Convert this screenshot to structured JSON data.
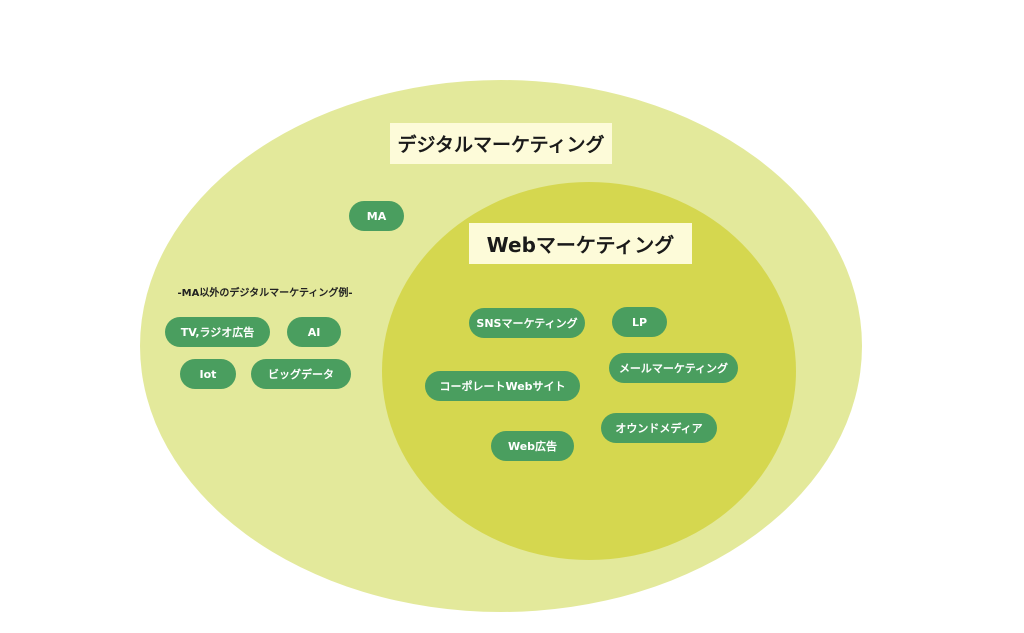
{
  "outer_title": "デジタルマーケティング",
  "inner_title": "Webマーケティング",
  "outer_items": {
    "ma": "MA",
    "note": "-MA以外のデジタルマーケティング例-",
    "examples": [
      "TV,ラジオ広告",
      "AI",
      "Iot",
      "ビッグデータ"
    ]
  },
  "inner_items": [
    "SNSマーケティング",
    "LP",
    "メールマーケティング",
    "コーポレートWebサイト",
    "オウンドメディア",
    "Web広告"
  ],
  "colors": {
    "outer": "#e3e99b",
    "inner": "#d5d74f",
    "pill": "#4a9e5f",
    "title_bg": "#fdfbd9"
  }
}
